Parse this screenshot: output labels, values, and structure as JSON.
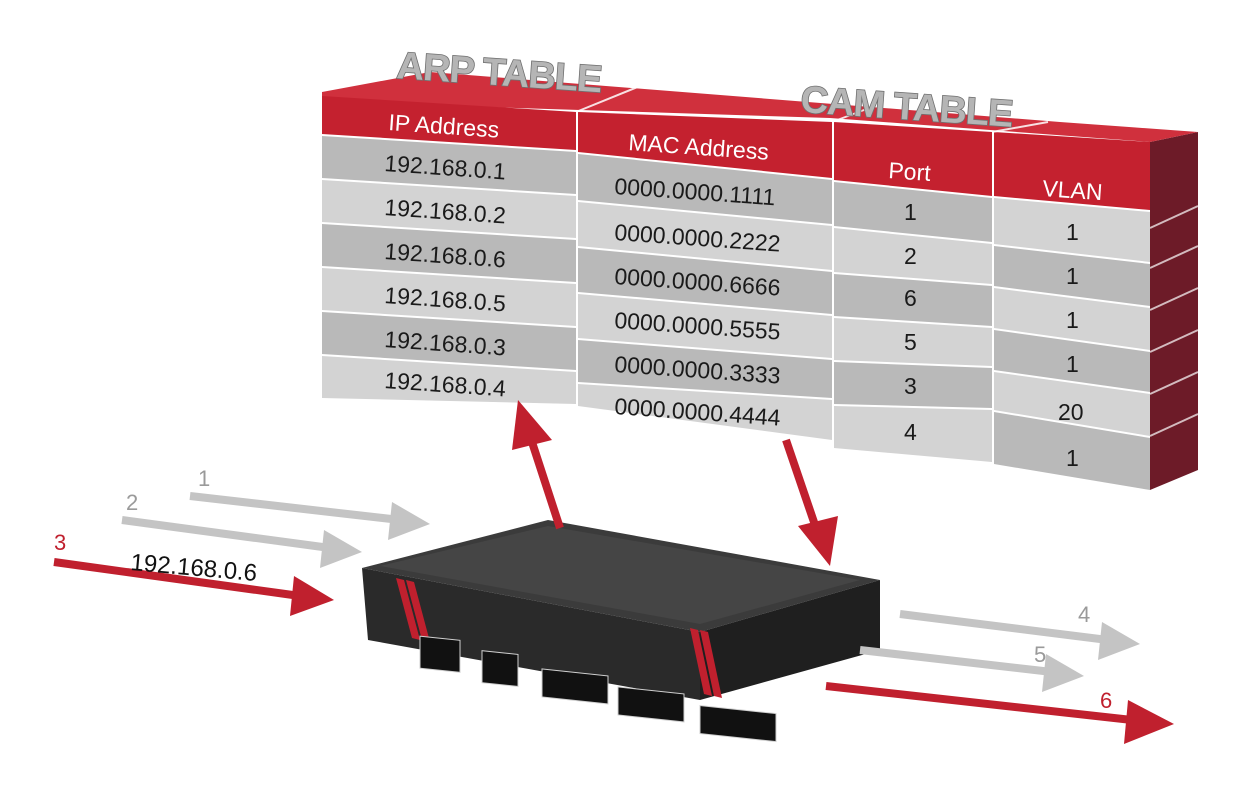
{
  "titles": {
    "arp": "ARP TABLE",
    "cam": "CAM TABLE"
  },
  "arp_table": {
    "header": "IP Address",
    "rows": [
      "192.168.0.1",
      "192.168.0.2",
      "192.168.0.6",
      "192.168.0.5",
      "192.168.0.3",
      "192.168.0.4"
    ]
  },
  "cam_table": {
    "headers": {
      "mac": "MAC Address",
      "port": "Port",
      "vlan": "VLAN"
    },
    "mac": [
      "0000.0000.1111",
      "0000.0000.2222",
      "0000.0000.6666",
      "0000.0000.5555",
      "0000.0000.3333",
      "0000.0000.4444"
    ],
    "port": [
      "1",
      "2",
      "6",
      "5",
      "3",
      "4"
    ],
    "vlan": [
      "1",
      "1",
      "1",
      "1",
      "20",
      "1"
    ]
  },
  "arrows": {
    "inbound": [
      {
        "label": "1",
        "color": "grey"
      },
      {
        "label": "2",
        "color": "grey"
      },
      {
        "label": "3",
        "color": "red",
        "tag": "192.168.0.6"
      }
    ],
    "outbound": [
      {
        "label": "4",
        "color": "grey"
      },
      {
        "label": "5",
        "color": "grey"
      },
      {
        "label": "6",
        "color": "red"
      }
    ]
  },
  "colors": {
    "red": "#c0202e",
    "dark_red": "#7a1a25",
    "grey_arrow": "#c4c4c4",
    "row_dark": "#b9b9b9",
    "row_light": "#d3d3d3",
    "switch": "#2e2e2e"
  }
}
